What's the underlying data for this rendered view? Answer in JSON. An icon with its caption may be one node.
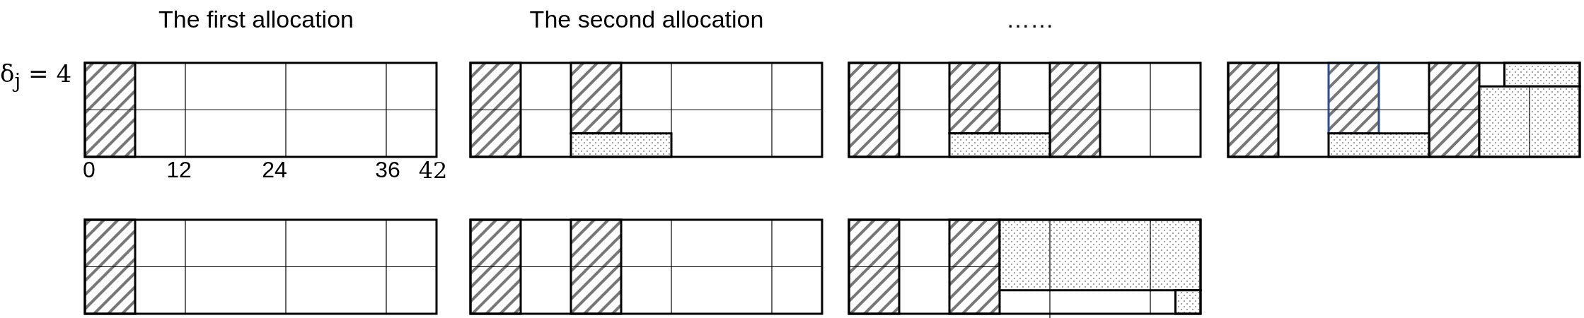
{
  "diagram": {
    "labels": [
      "The first allocation",
      "The second allocation",
      "……",
      "δ$_{j}$ = 4",
      "0",
      "12",
      "24",
      "36",
      "42"
    ]
  }
}
